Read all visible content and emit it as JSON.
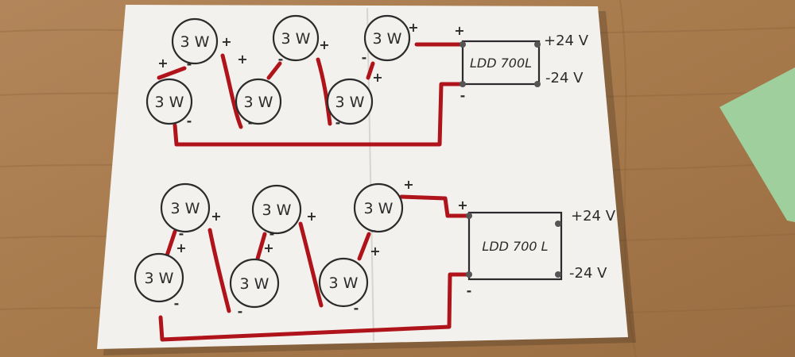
{
  "colors": {
    "wood": "#a77a4c",
    "paper": "#f3f1ee",
    "ink": "#2b2b2b",
    "wire": "#b0141b",
    "sticky_note": "#9fcf9c"
  },
  "circuits": [
    {
      "leds": [
        {
          "label": "3 W",
          "plus": "+",
          "minus": "-"
        },
        {
          "label": "3 W",
          "plus": "+",
          "minus": "-"
        },
        {
          "label": "3 W",
          "plus": "+",
          "minus": "-"
        },
        {
          "label": "3 W",
          "plus": "+",
          "minus": "-"
        },
        {
          "label": "3 W",
          "plus": "+",
          "minus": "-"
        },
        {
          "label": "3 W",
          "plus": "+",
          "minus": "-"
        }
      ],
      "driver": {
        "label": "LDD 700L",
        "input_plus": "+",
        "input_minus": "-",
        "supply_plus": "+24 V",
        "supply_minus": "-24 V"
      }
    },
    {
      "leds": [
        {
          "label": "3 W",
          "plus": "+",
          "minus": "-"
        },
        {
          "label": "3 W",
          "plus": "+",
          "minus": "-"
        },
        {
          "label": "3 W",
          "plus": "+",
          "minus": "-"
        },
        {
          "label": "3 W",
          "plus": "+",
          "minus": "-"
        },
        {
          "label": "3 W",
          "plus": "+",
          "minus": "-"
        },
        {
          "label": "3 W",
          "plus": "+",
          "minus": "-"
        }
      ],
      "driver": {
        "label": "LDD 700 L",
        "input_plus": "+",
        "input_minus": "-",
        "supply_plus": "+24 V",
        "supply_minus": "-24 V"
      }
    }
  ]
}
